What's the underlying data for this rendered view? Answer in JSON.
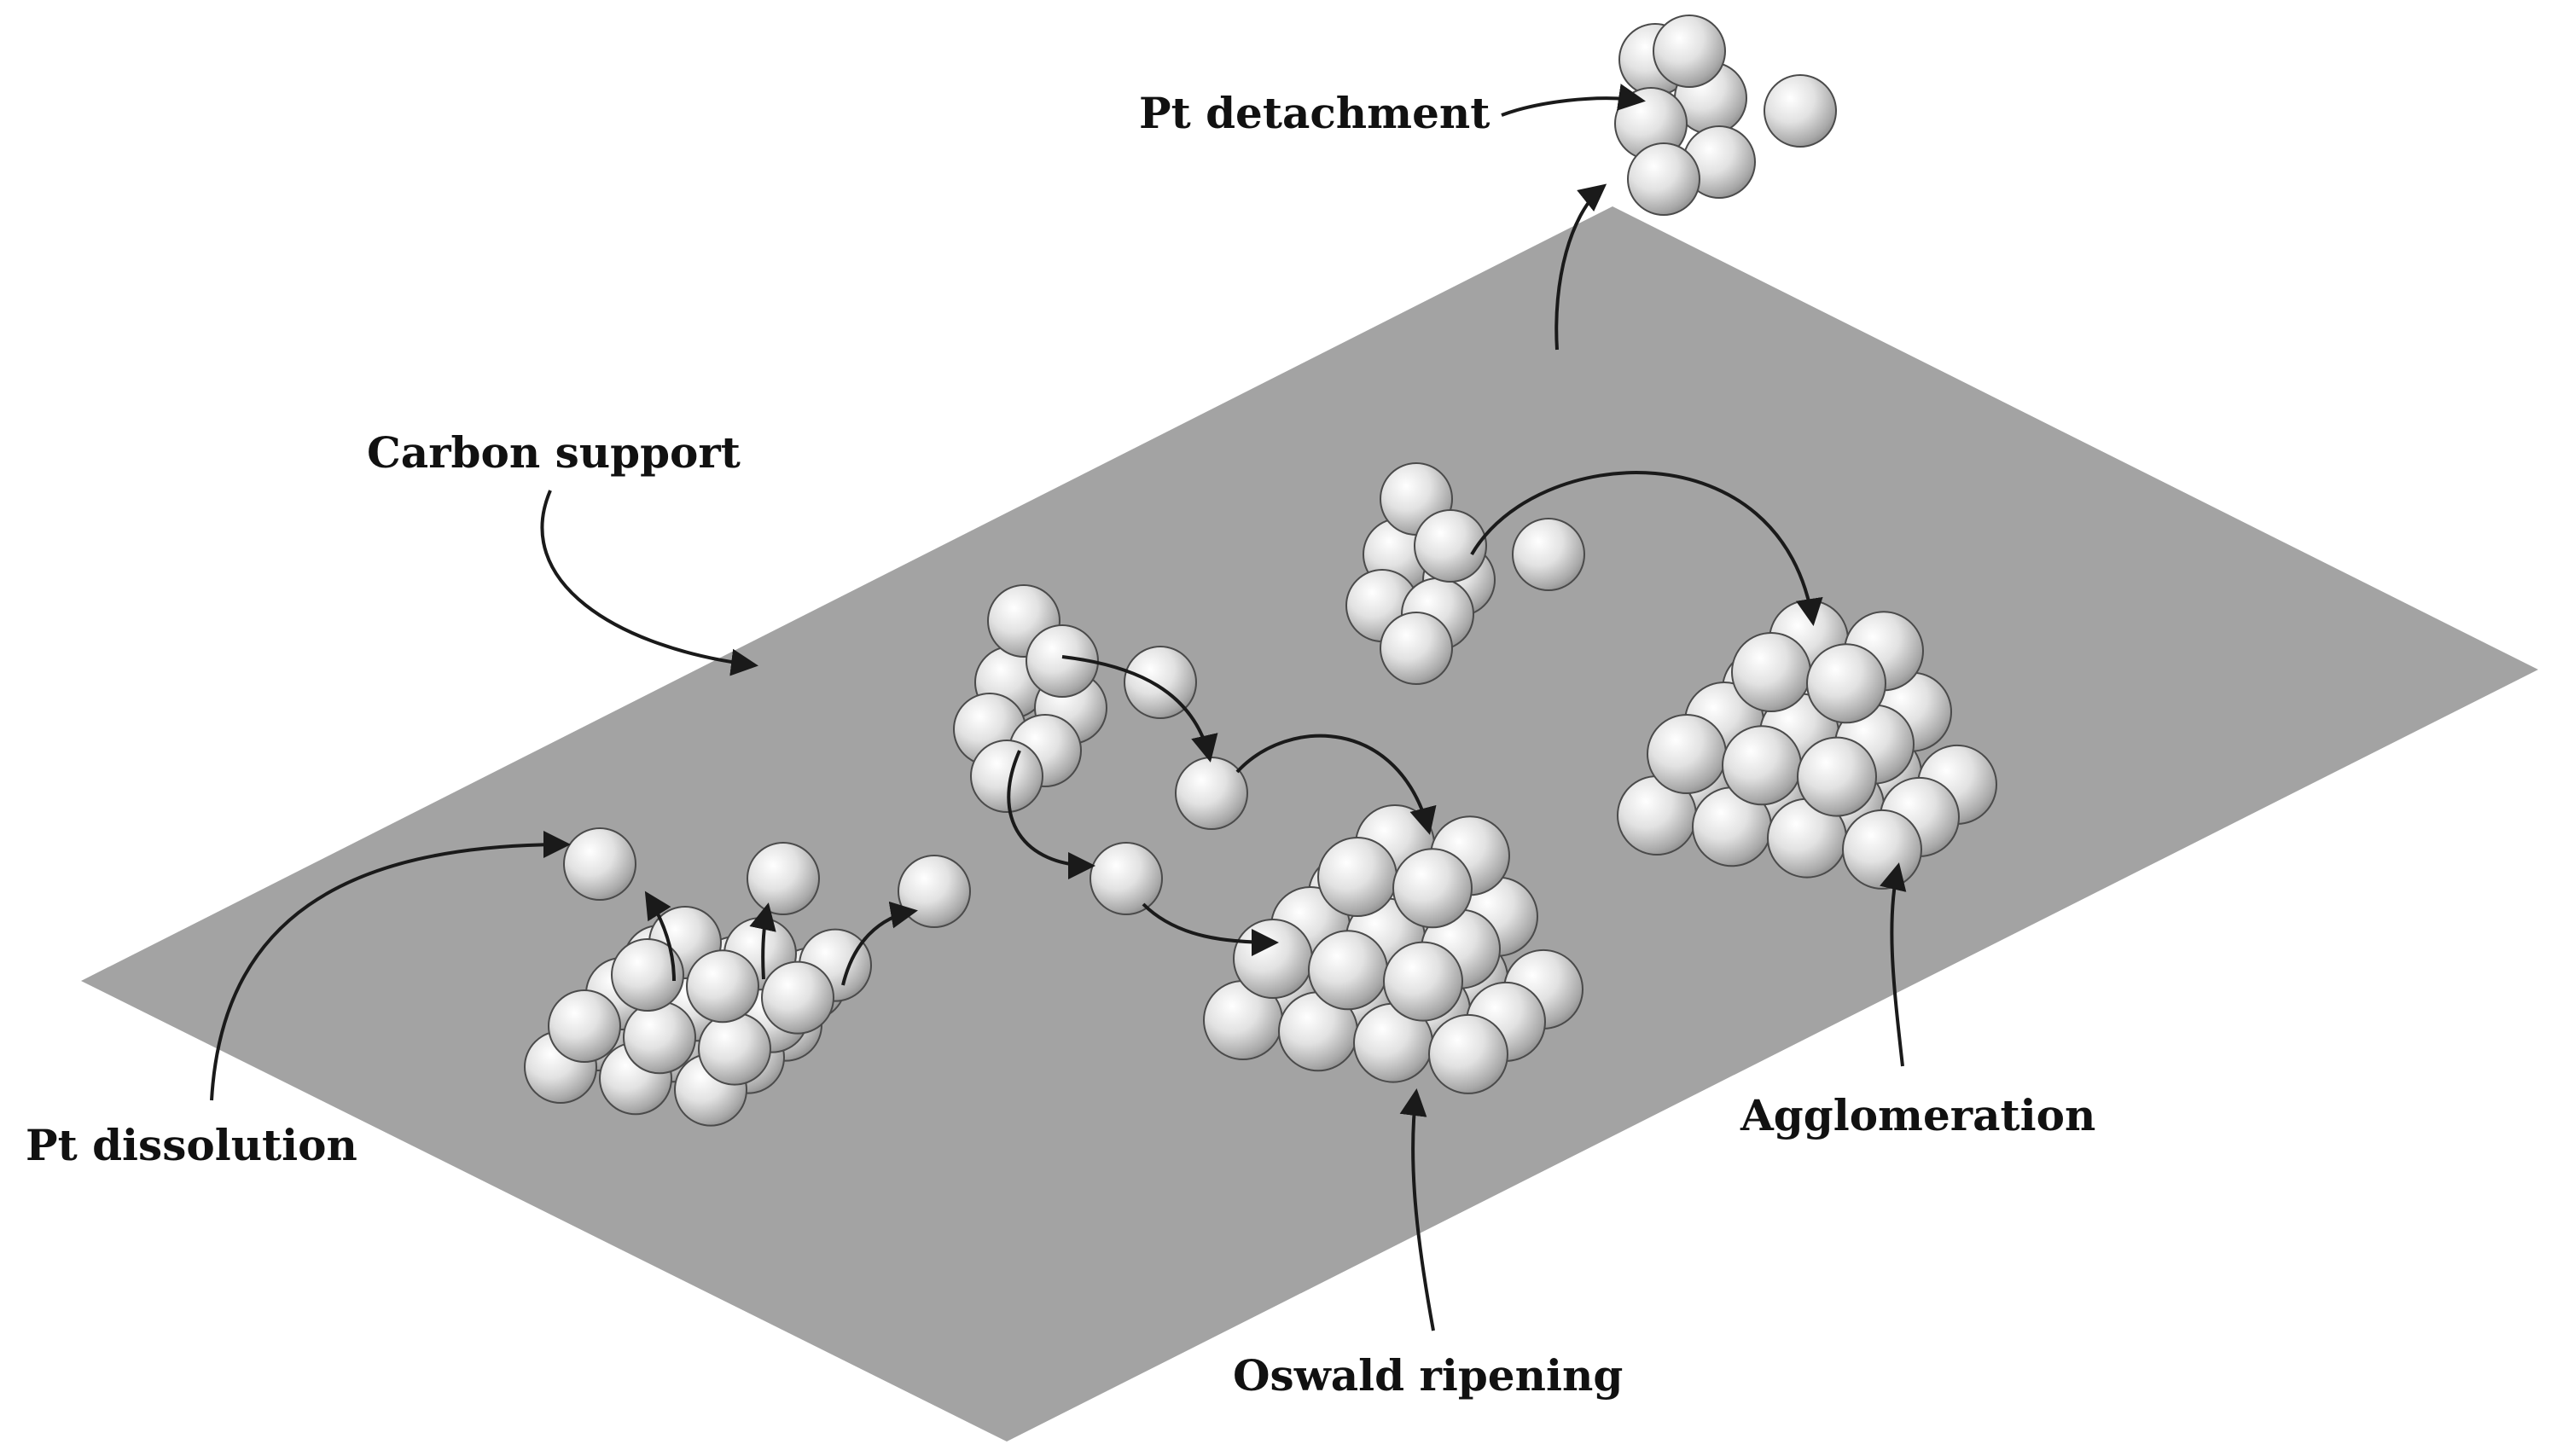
{
  "labels": {
    "pt_detachment": "Pt detachment",
    "carbon_support": "Carbon support",
    "pt_dissolution": "Pt dissolution",
    "oswald_ripening": "Oswald ripening",
    "agglomeration": "Agglomeration"
  },
  "colors": {
    "support": "#a3a3a3",
    "sphere_highlight": "#ffffff",
    "sphere_mid": "#dcdcdc",
    "sphere_shadow": "#8a8a8a",
    "sphere_outline": "#4a4a4a",
    "text": "#111111",
    "arrow": "#1a1a1a"
  }
}
